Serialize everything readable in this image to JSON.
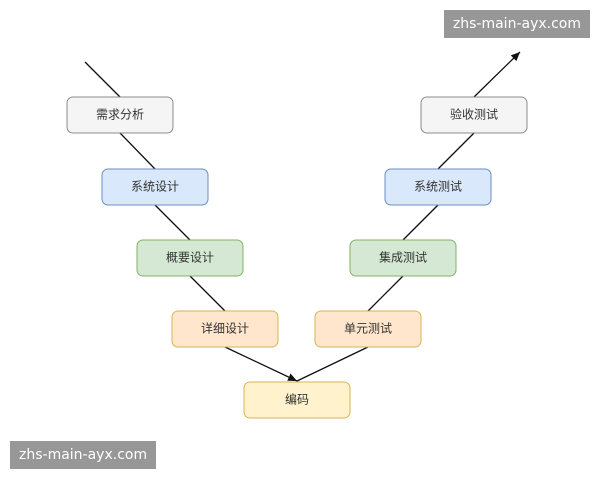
{
  "nodes": {
    "requirements": {
      "label": "需求分析",
      "fill": "#f5f5f5",
      "stroke": "#8c8c8c"
    },
    "system_design": {
      "label": "系统设计",
      "fill": "#dae8fc",
      "stroke": "#6c8ebf"
    },
    "outline_design": {
      "label": "概要设计",
      "fill": "#d5e8d4",
      "stroke": "#82b366"
    },
    "detailed_design": {
      "label": "详细设计",
      "fill": "#ffe6cc",
      "stroke": "#d6b656"
    },
    "coding": {
      "label": "编码",
      "fill": "#fff2cc",
      "stroke": "#d6b656"
    },
    "unit_test": {
      "label": "单元测试",
      "fill": "#ffe6cc",
      "stroke": "#d6b656"
    },
    "integration_test": {
      "label": "集成测试",
      "fill": "#d5e8d4",
      "stroke": "#82b366"
    },
    "system_test": {
      "label": "系统测试",
      "fill": "#dae8fc",
      "stroke": "#6c8ebf"
    },
    "acceptance_test": {
      "label": "验收测试",
      "fill": "#f5f5f5",
      "stroke": "#8c8c8c"
    }
  },
  "watermark": {
    "text": "zhs-main-ayx.com"
  }
}
